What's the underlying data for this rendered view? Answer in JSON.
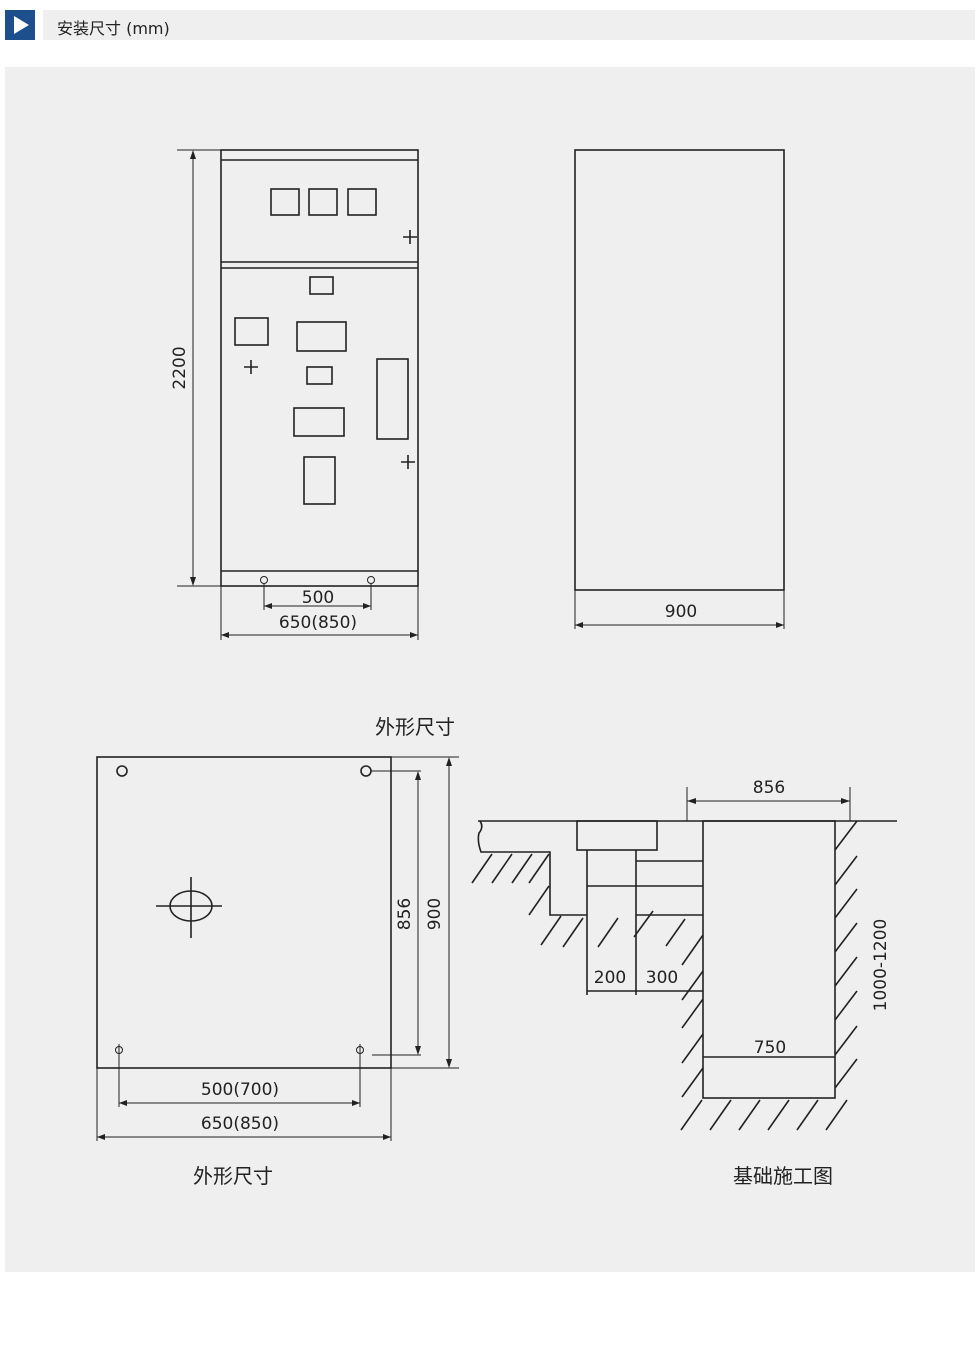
{
  "header": {
    "title": "安装尺寸 (mm)",
    "icon": "play-icon",
    "accent": "#1c4f8c"
  },
  "front_view": {
    "height": "2200",
    "hole_spacing": "500",
    "width": "650(850)"
  },
  "side_view": {
    "depth": "900"
  },
  "outline_label_top": "外形尺寸",
  "bottom_view": {
    "hole_depth": "856",
    "depth": "900",
    "hole_spacing": "500(700)",
    "width": "650(850)",
    "label": "外形尺寸"
  },
  "foundation": {
    "width_top": "856",
    "step1": "200",
    "step2": "300",
    "width_bottom": "750",
    "depth": "1000-1200",
    "label": "基础施工图"
  }
}
